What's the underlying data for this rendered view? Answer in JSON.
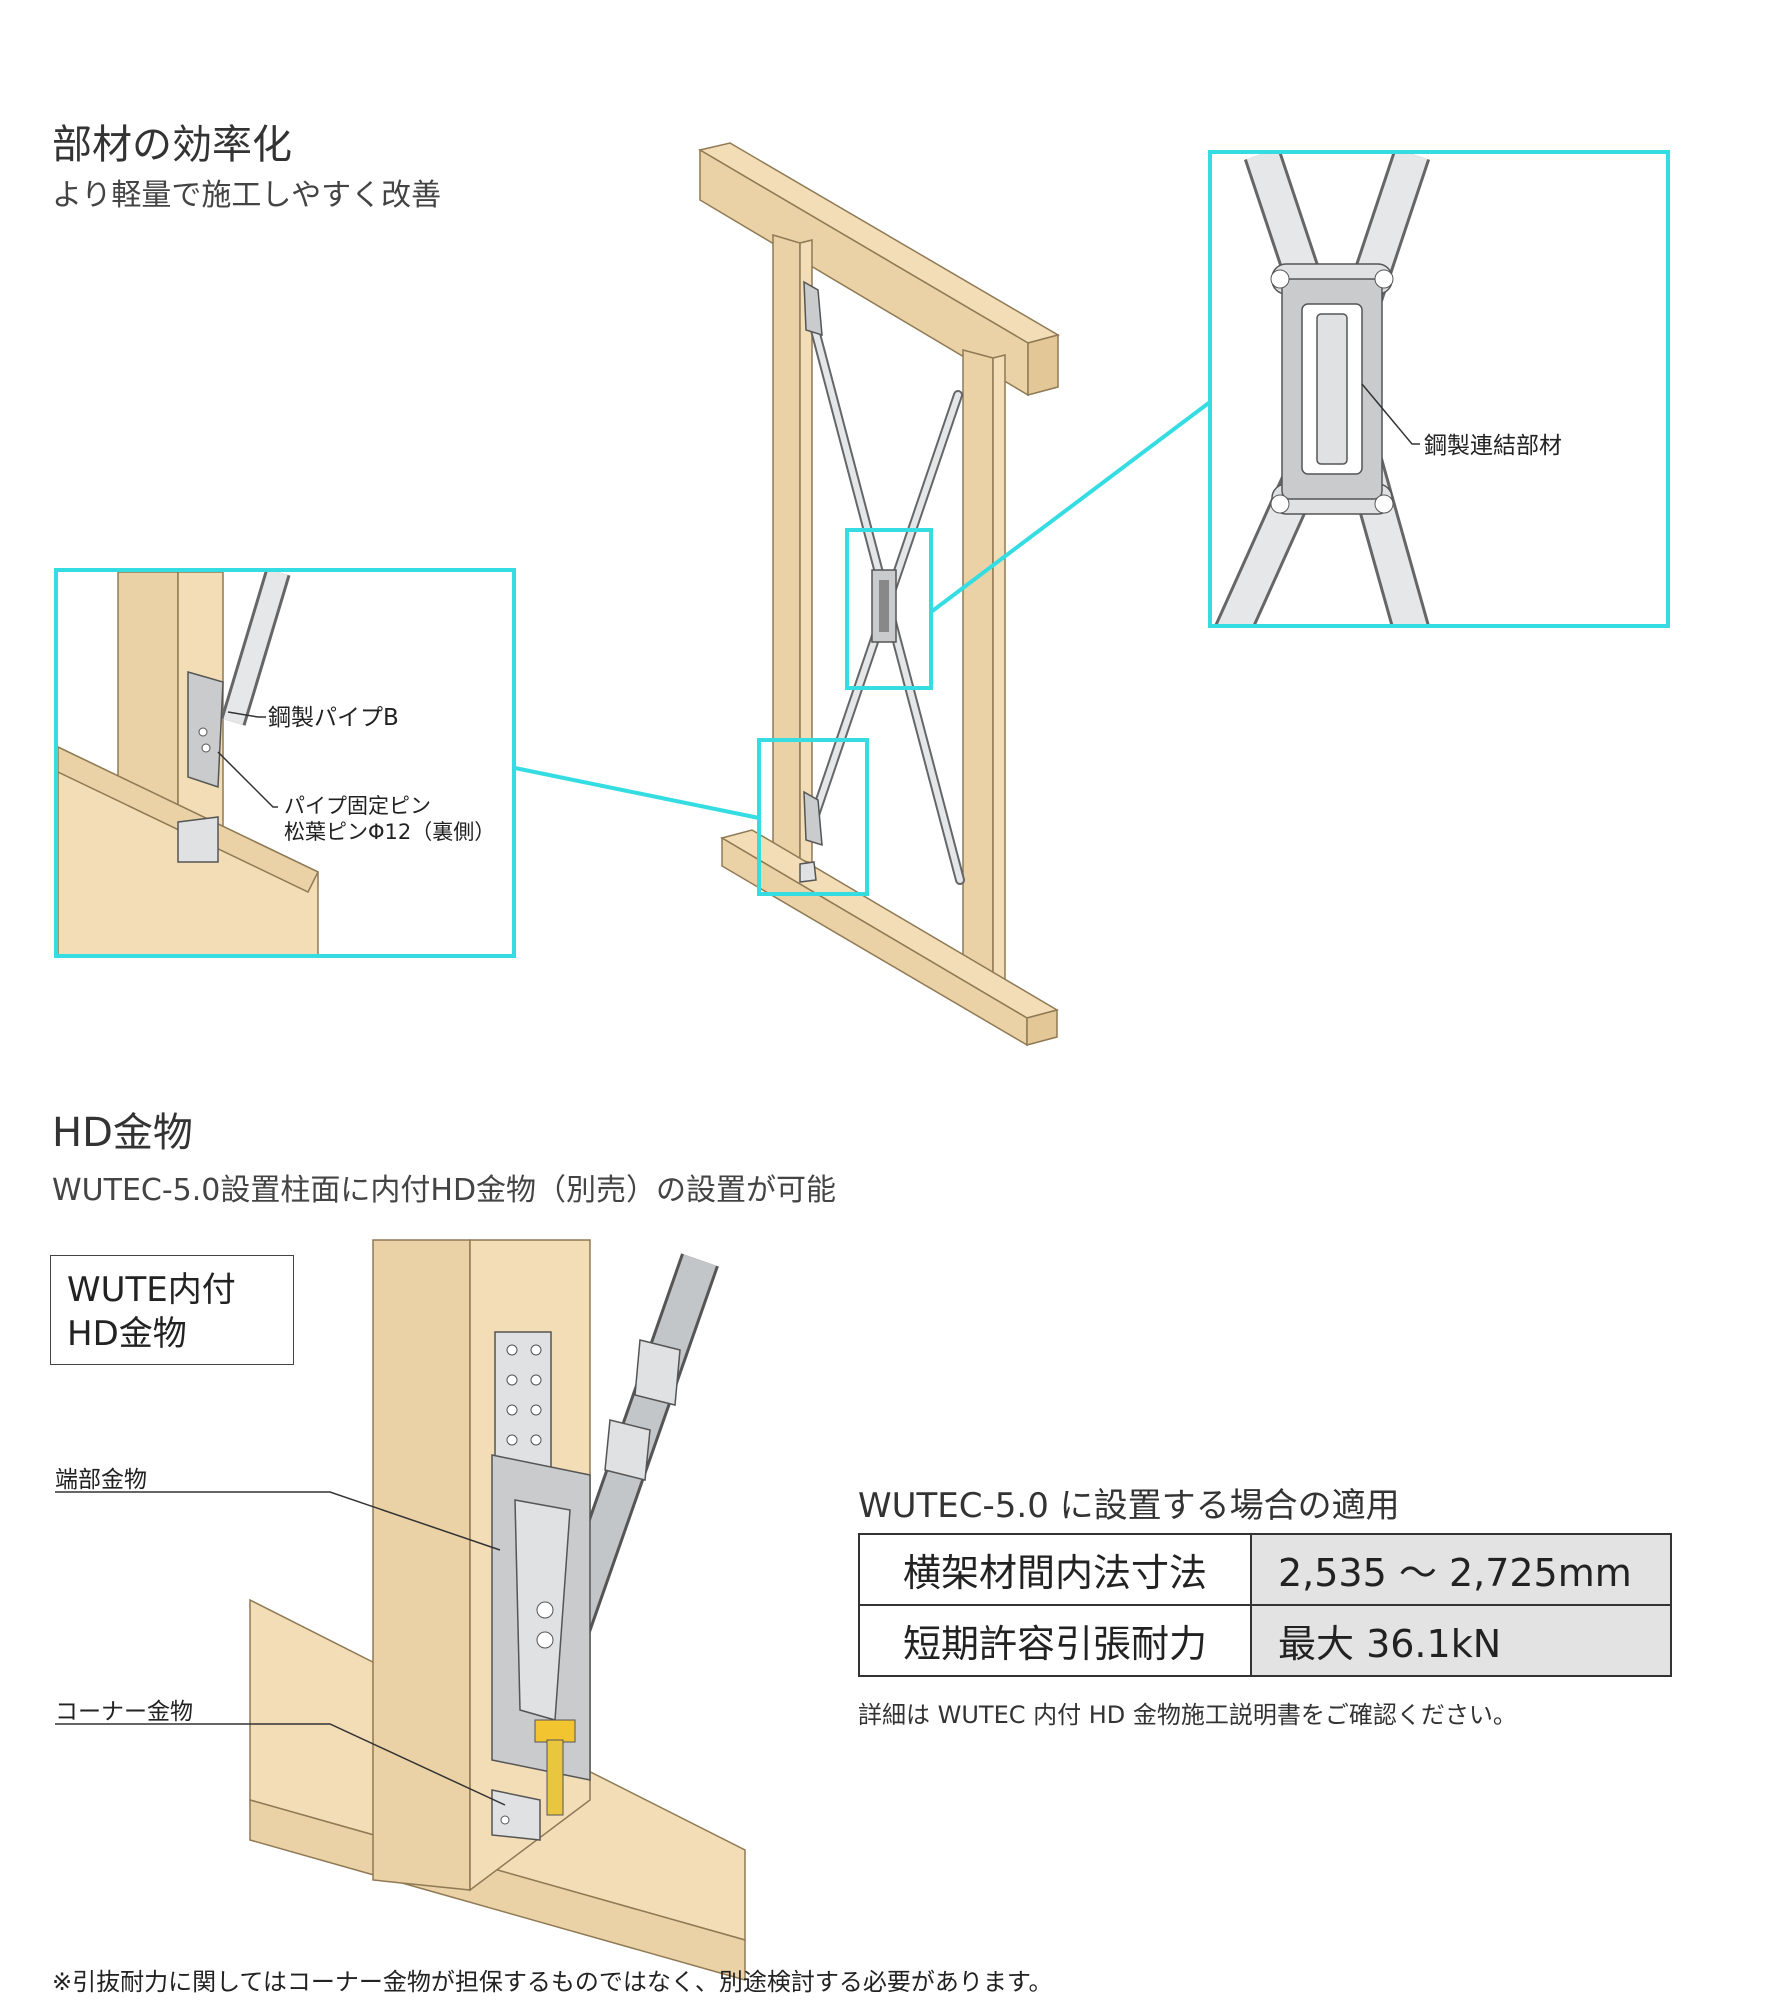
{
  "section1": {
    "title": "部材の効率化",
    "subtitle": "より軽量で施工しやすく改善"
  },
  "callouts": {
    "connector": "鋼製連結部材",
    "pipe_b": "鋼製パイプB",
    "pin_line1": "パイプ固定ピン",
    "pin_line2": "松葉ピンΦ12（裏側）"
  },
  "section2": {
    "title": "HD金物",
    "subtitle": "WUTEC-5.0設置柱面に内付HD金物（別売）の設置が可能"
  },
  "hd_diagram": {
    "box_line1": "WUTE内付",
    "box_line2": "HD金物",
    "end_fitting": "端部金物",
    "corner_fitting": "コーナー金物"
  },
  "spec": {
    "heading": "WUTEC-5.0 に設置する場合の適用",
    "rows": [
      {
        "label": "横架材間内法寸法",
        "value": "2,535 〜 2,725mm"
      },
      {
        "label": "短期許容引張耐力",
        "value": "最大 36.1kN"
      }
    ],
    "note": "詳細は WUTEC 内付 HD 金物施工説明書をご確認ください。"
  },
  "footnote": "※引抜耐力に関してはコーナー金物が担保するものではなく、別途検討する必要があります。"
}
